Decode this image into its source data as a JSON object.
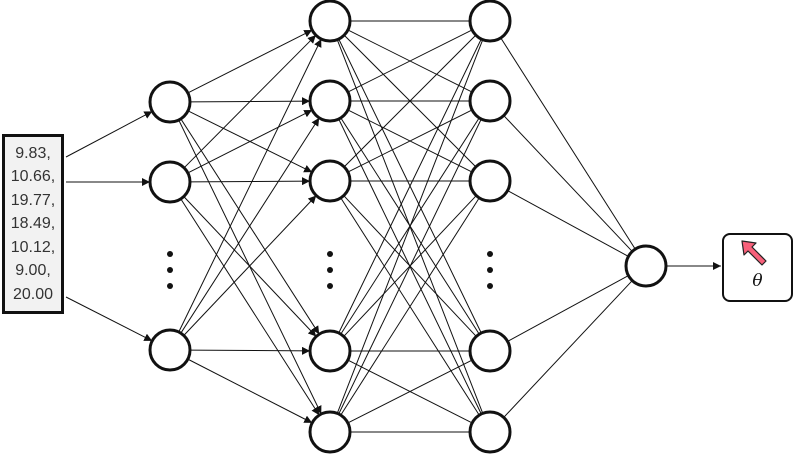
{
  "input": {
    "values": [
      "9.83,",
      "10.66,",
      "19.77,",
      "18.49,",
      "10.12,",
      "9.00,",
      "20.00"
    ]
  },
  "output": {
    "symbol": "θ",
    "icon": "red-arrow-icon",
    "icon_color": "#f7607a"
  },
  "network": {
    "layers": [
      {
        "visible_nodes": 3,
        "has_ellipsis": true
      },
      {
        "visible_nodes": 5,
        "has_ellipsis": true
      },
      {
        "visible_nodes": 5,
        "has_ellipsis": true
      },
      {
        "visible_nodes": 1,
        "has_ellipsis": false
      }
    ]
  }
}
